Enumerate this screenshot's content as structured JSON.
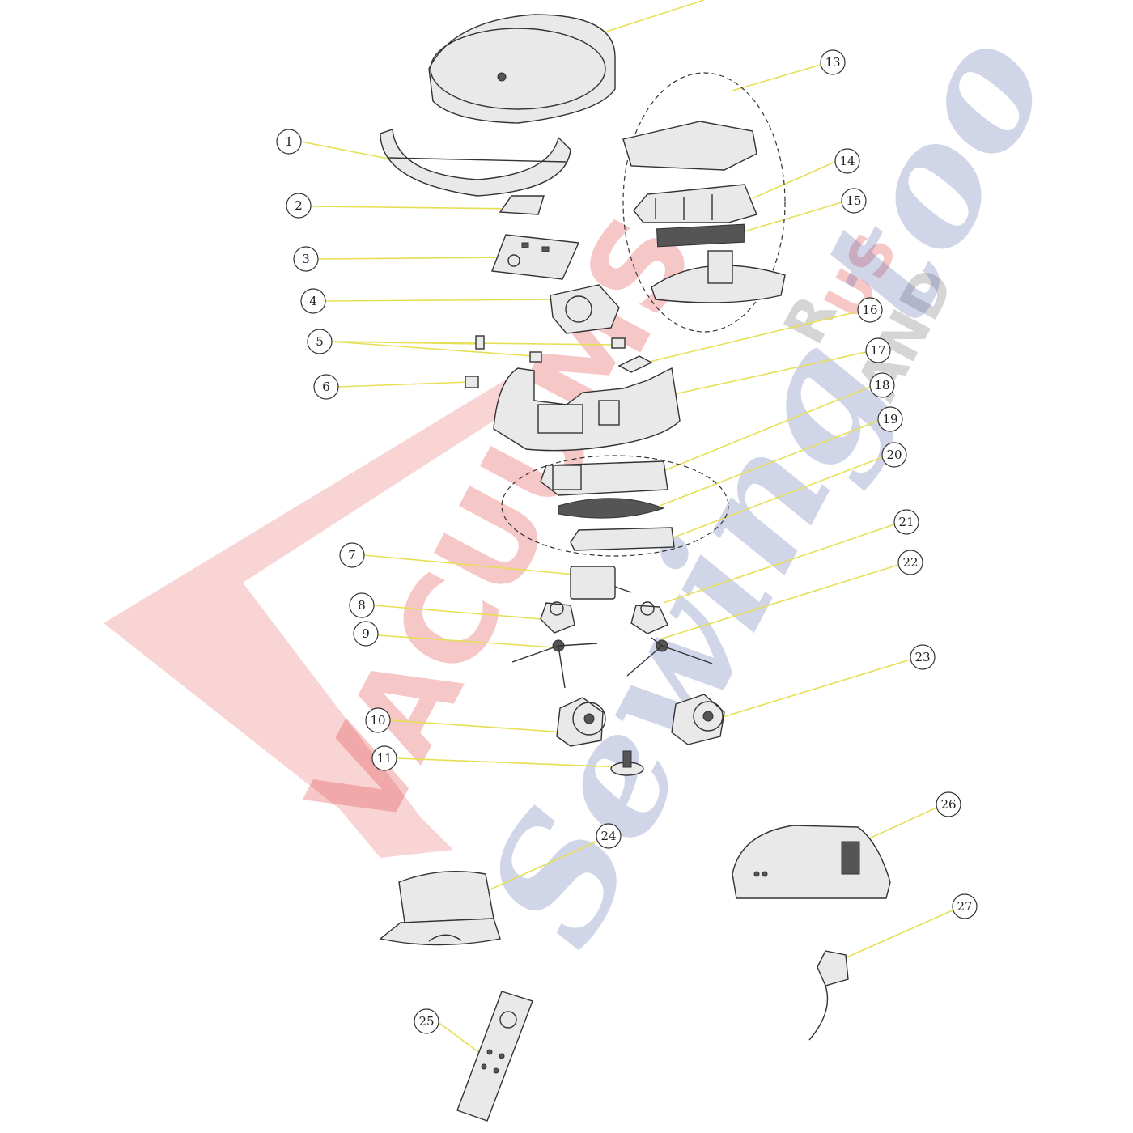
{
  "callouts": [
    {
      "n": "1"
    },
    {
      "n": "2"
    },
    {
      "n": "3"
    },
    {
      "n": "4"
    },
    {
      "n": "5"
    },
    {
      "n": "6"
    },
    {
      "n": "7"
    },
    {
      "n": "8"
    },
    {
      "n": "9"
    },
    {
      "n": "10"
    },
    {
      "n": "11"
    },
    {
      "n": "13"
    },
    {
      "n": "14"
    },
    {
      "n": "15"
    },
    {
      "n": "16"
    },
    {
      "n": "17"
    },
    {
      "n": "18"
    },
    {
      "n": "19"
    },
    {
      "n": "20"
    },
    {
      "n": "21"
    },
    {
      "n": "22"
    },
    {
      "n": "23"
    },
    {
      "n": "24"
    },
    {
      "n": "25"
    },
    {
      "n": "26"
    },
    {
      "n": "27"
    }
  ],
  "watermark": {
    "brand": "VACUUMS",
    "r": "R",
    "us": "US",
    "and": "AND",
    "tagline": "Sewing too",
    "colors": {
      "red": "#e03a3a",
      "grey": "#888888",
      "blue": "#4a5aa8"
    }
  },
  "colors": {
    "leader": "#e6df55",
    "line": "#333333"
  }
}
